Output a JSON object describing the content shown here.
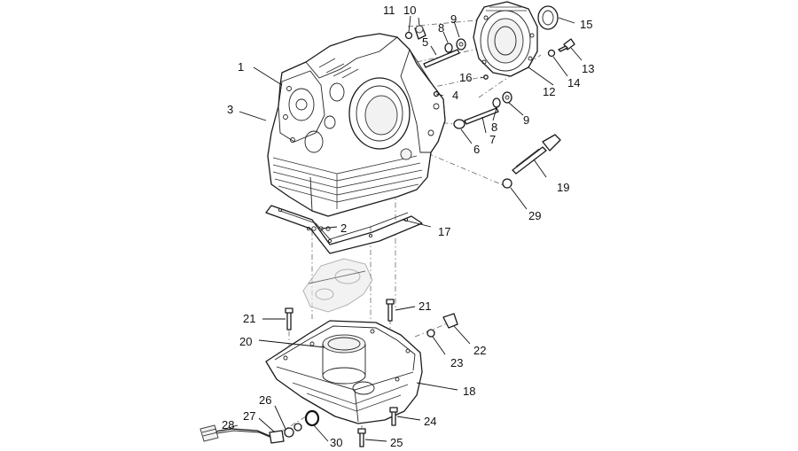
{
  "callouts": [
    {
      "id": "c1",
      "label": "1"
    },
    {
      "id": "c2",
      "label": "2"
    },
    {
      "id": "c3",
      "label": "3"
    },
    {
      "id": "c4",
      "label": "4"
    },
    {
      "id": "c5",
      "label": "5"
    },
    {
      "id": "c6",
      "label": "6"
    },
    {
      "id": "c7",
      "label": "7"
    },
    {
      "id": "c8a",
      "label": "8"
    },
    {
      "id": "c8b",
      "label": "8"
    },
    {
      "id": "c9a",
      "label": "9"
    },
    {
      "id": "c9b",
      "label": "9"
    },
    {
      "id": "c10",
      "label": "10"
    },
    {
      "id": "c11",
      "label": "11"
    },
    {
      "id": "c12",
      "label": "12"
    },
    {
      "id": "c13",
      "label": "13"
    },
    {
      "id": "c14",
      "label": "14"
    },
    {
      "id": "c15",
      "label": "15"
    },
    {
      "id": "c16",
      "label": "16"
    },
    {
      "id": "c17",
      "label": "17"
    },
    {
      "id": "c18",
      "label": "18"
    },
    {
      "id": "c19",
      "label": "19"
    },
    {
      "id": "c20",
      "label": "20"
    },
    {
      "id": "c21a",
      "label": "21"
    },
    {
      "id": "c21b",
      "label": "21"
    },
    {
      "id": "c22",
      "label": "22"
    },
    {
      "id": "c23",
      "label": "23"
    },
    {
      "id": "c24",
      "label": "24"
    },
    {
      "id": "c25",
      "label": "25"
    },
    {
      "id": "c26",
      "label": "26"
    },
    {
      "id": "c27",
      "label": "27"
    },
    {
      "id": "c28",
      "label": "28"
    },
    {
      "id": "c29",
      "label": "29"
    },
    {
      "id": "c30",
      "label": "30"
    }
  ]
}
